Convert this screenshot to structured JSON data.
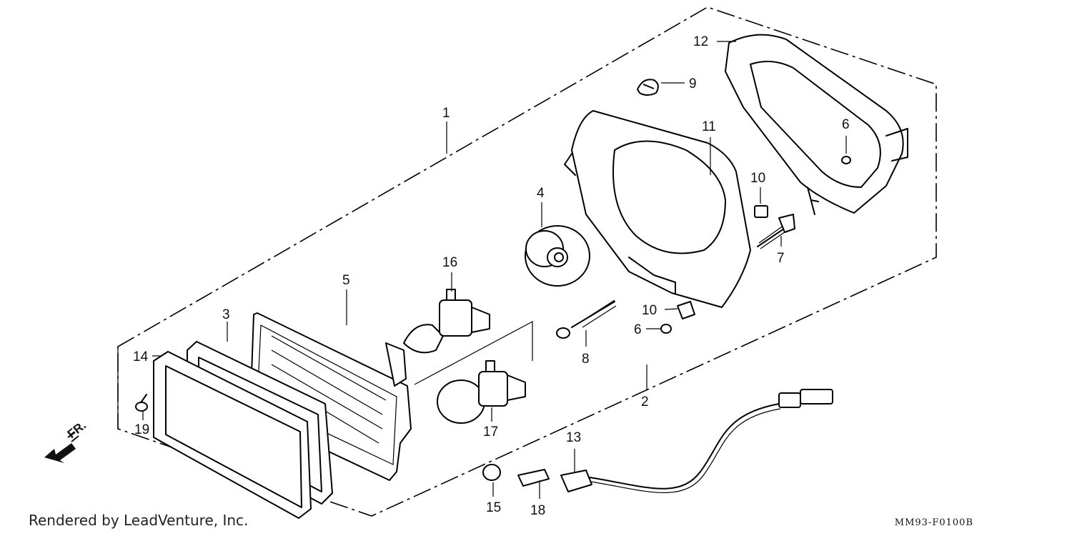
{
  "footer": {
    "credit": "Rendered by LeadVenture, Inc.",
    "diagram_code": "MM93-F0100B"
  },
  "direction_label": "FR.",
  "callouts": [
    "1",
    "2",
    "3",
    "4",
    "5",
    "6",
    "6",
    "7",
    "8",
    "9",
    "10",
    "10",
    "11",
    "12",
    "13",
    "14",
    "15",
    "16",
    "17",
    "18",
    "19"
  ]
}
